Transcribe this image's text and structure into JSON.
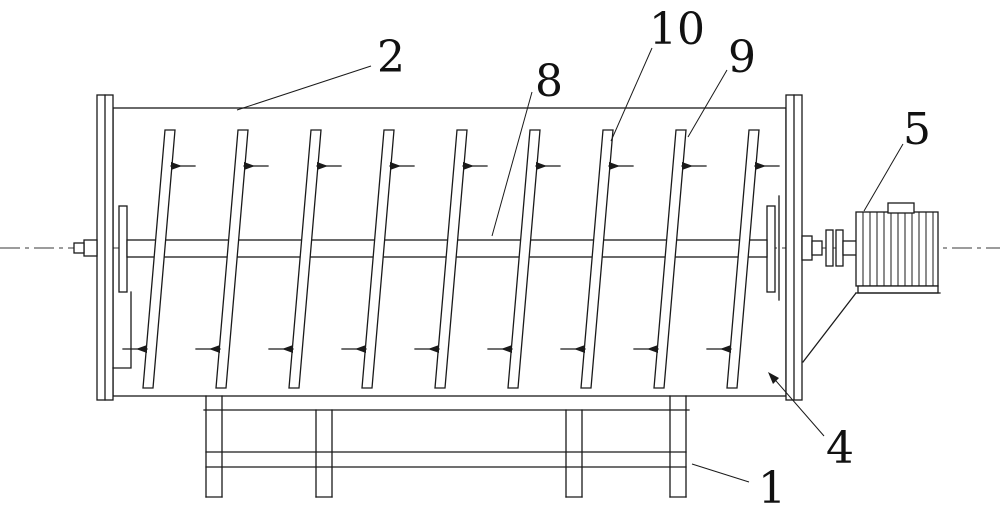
{
  "figure": {
    "labels": [
      {
        "text": "2"
      },
      {
        "text": "10"
      },
      {
        "text": "9"
      },
      {
        "text": "8"
      },
      {
        "text": "5"
      },
      {
        "text": "4"
      },
      {
        "text": "1"
      }
    ],
    "colors": {
      "line": "#1a1a1a",
      "background": "#ffffff"
    }
  }
}
